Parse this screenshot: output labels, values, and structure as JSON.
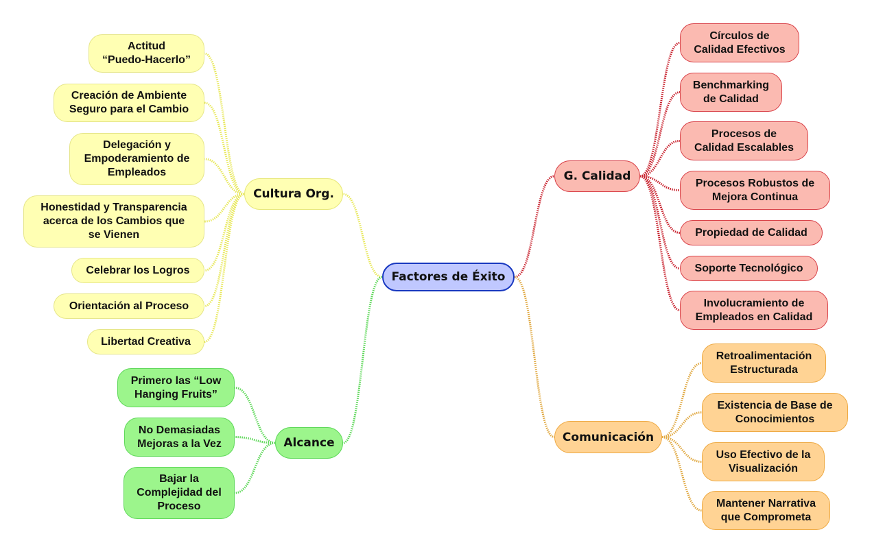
{
  "root": {
    "label": "Factores de Éxito",
    "color": "#c0c8ff",
    "border": "#1838c0"
  },
  "branches": [
    {
      "id": "cultura",
      "label": "Cultura Org.",
      "color": "#ffffb3",
      "line": "#e8e85a",
      "children": [
        "Actitud\n“Puedo-Hacerlo”",
        "Creación de Ambiente\nSeguro para el Cambio",
        "Delegación y\nEmpoderamiento de\nEmpleados",
        "Honestidad y Transparencia\nacerca de los Cambios que\nse Vienen",
        "Celebrar los Logros",
        "Orientación al Proceso",
        "Libertad Creativa"
      ]
    },
    {
      "id": "alcance",
      "label": "Alcance",
      "color": "#9cf58c",
      "line": "#5fd85a",
      "children": [
        "Primero las “Low\nHanging Fruits”",
        "No Demasiadas\nMejoras a la Vez",
        "Bajar la\nComplejidad del\nProceso"
      ]
    },
    {
      "id": "calidad",
      "label": "G. Calidad",
      "color": "#fbbab1",
      "line": "#c8202c",
      "children": [
        "Círculos de\nCalidad Efectivos",
        "Benchmarking\nde Calidad",
        "Procesos de\nCalidad Escalables",
        "Procesos Robustos de\nMejora Continua",
        "Propiedad de Calidad",
        "Soporte Tecnológico",
        "Involucramiento de\nEmpleados en Calidad"
      ]
    },
    {
      "id": "comunicacion",
      "label": "Comunicación",
      "color": "#ffd394",
      "line": "#e0a840",
      "children": [
        "Retroalimentación\nEstructurada",
        "Existencia de Base de\nConocimientos",
        "Uso Efectivo de la\nVisualización",
        "Mantener Narrativa\nque Comprometa"
      ]
    }
  ]
}
